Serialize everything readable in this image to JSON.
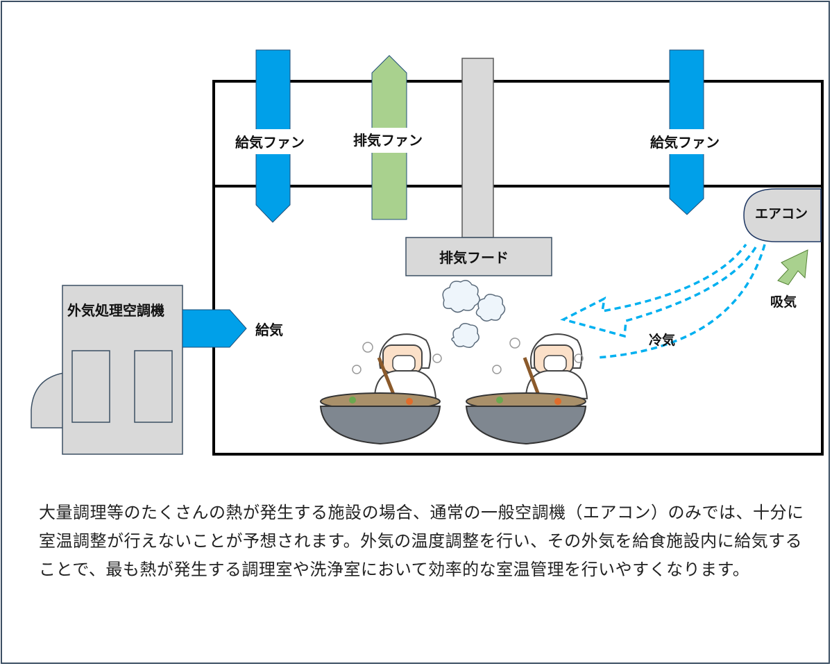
{
  "labels": {
    "supply_fan_left": "給気ファン",
    "exhaust_fan": "排気ファン",
    "supply_fan_right": "給気ファン",
    "air_conditioner": "エアコン",
    "exhaust_hood": "排気フード",
    "outdoor_air_unit": "外気処理空調機",
    "supply_air": "給気",
    "intake_air": "吸気",
    "cool_air": "冷気"
  },
  "colors": {
    "supply": "#00a0e9",
    "exhaust": "#a9d18e",
    "duct_gray": "#d9d9d9",
    "frame": "#3b4f63"
  },
  "icons": [
    "cook-with-pot-icon",
    "steam-cloud-icon"
  ],
  "description": "大量調理等のたくさんの熱が発生する施設の場合、通常の一般空調機（エアコン）のみでは、十分に室温調整が行えないことが予想されます。外気の温度調整を行い、その外気を給食施設内に給気することで、最も熱が発生する調理室や洗浄室において効率的な室温管理を行いやすくなります。"
}
